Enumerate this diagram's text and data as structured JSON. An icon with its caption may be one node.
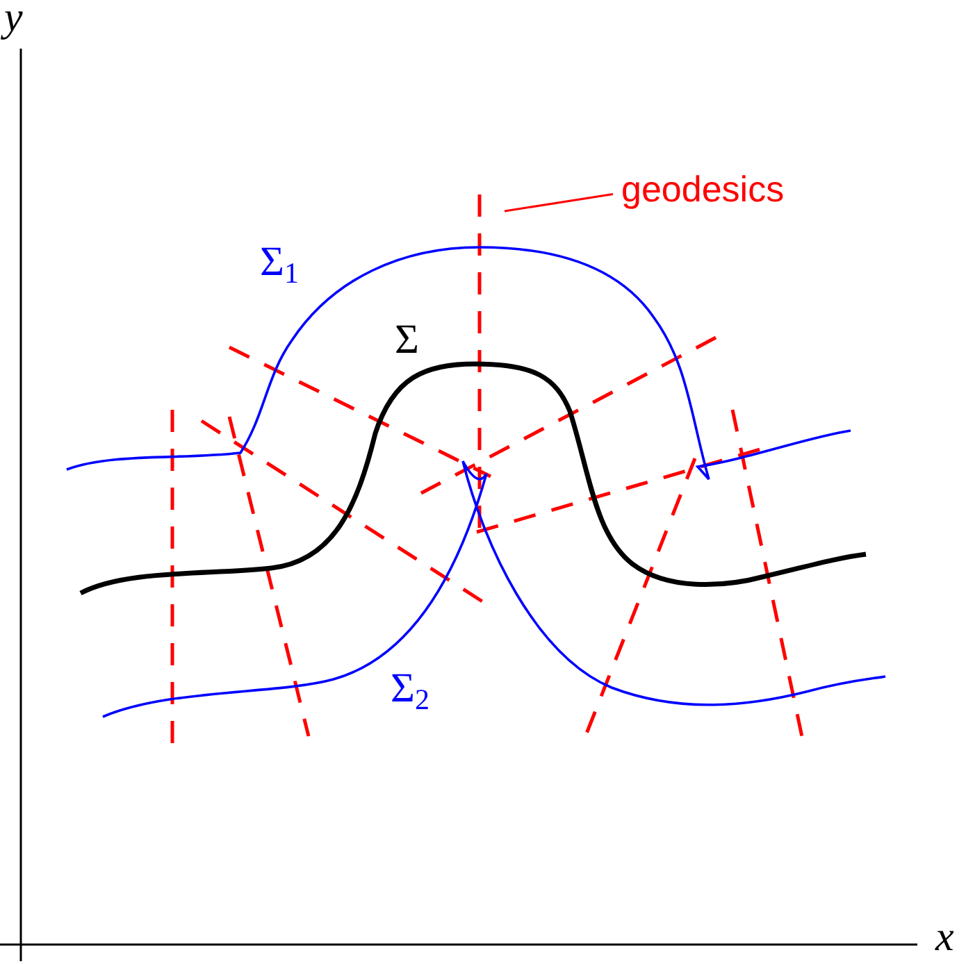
{
  "diagram": {
    "nodes": [
      {
        "text": [
          "geodesics"
        ]
      },
      {
        "text": [],
        "shape": "line"
      }
    ],
    "edges": [
      {
        "from": 0,
        "to": 1,
        "arrow": "none"
      }
    ],
    "labels": [
      "y",
      "Σ$_{1}$",
      "Σ",
      "Σ$_{2}$",
      "x"
    ]
  }
}
